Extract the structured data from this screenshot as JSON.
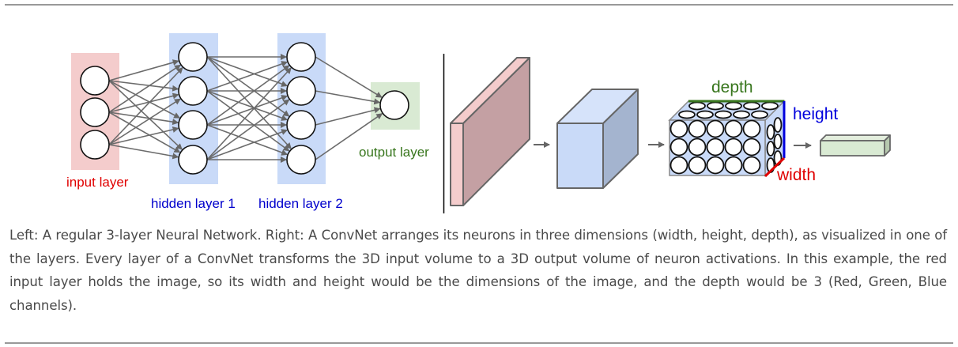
{
  "figure": {
    "neural_net": {
      "layers": [
        {
          "name": "input layer",
          "neurons": 3,
          "color": "#f4cccc",
          "label_color": "#e00000"
        },
        {
          "name": "hidden layer 1",
          "neurons": 4,
          "color": "#c9daf8",
          "label_color": "#0000cc"
        },
        {
          "name": "hidden layer 2",
          "neurons": 4,
          "color": "#c9daf8",
          "label_color": "#0000cc"
        },
        {
          "name": "output layer",
          "neurons": 1,
          "color": "#d9ead3",
          "label_color": "#38761d"
        }
      ],
      "connections": "fully-connected"
    },
    "convnet": {
      "labels": {
        "depth": "depth",
        "height": "height",
        "width": "width"
      },
      "colors": {
        "depth": "#38761d",
        "height": "#0000dd",
        "width": "#e00000",
        "input_volume": "#c4a0a3",
        "hidden_volume": "#c9daf8",
        "output_volume": "#d9ead3"
      },
      "volume_grid": {
        "columns": 5,
        "rows": 3
      }
    }
  },
  "caption": "Left: A regular 3-layer Neural Network. Right: A ConvNet arranges its neurons in three dimensions (width, height, depth), as visualized in one of the layers. Every layer of a ConvNet transforms the 3D input volume to a 3D output volume of neuron activations. In this example, the red input layer holds the image, so its width and height would be the dimensions of the image, and the depth would be 3 (Red, Green, Blue channels)."
}
